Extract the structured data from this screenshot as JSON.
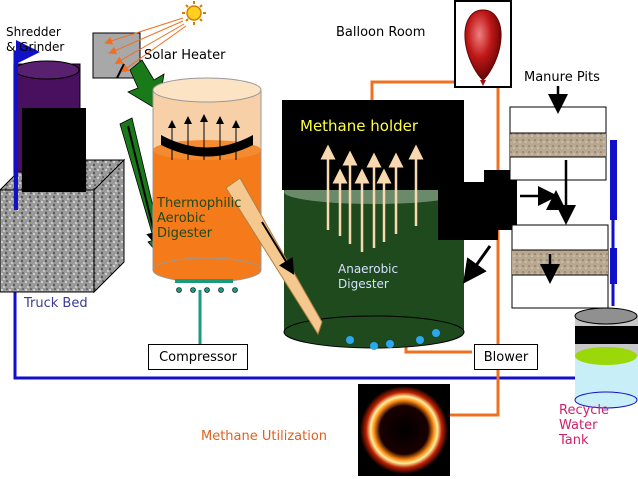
{
  "labels": {
    "shredder": "Shredder\n& Grinder",
    "solar_heater": "Solar Heater",
    "balloon_room": "Balloon Room",
    "manure_pits": "Manure Pits",
    "methane_holder": "Methane holder",
    "thermophilic": "Thermophilic\nAerobic\nDigester",
    "anaerobic": "Anaerobic\nDigester",
    "truck_bed": "Truck Bed",
    "compressor": "Compressor",
    "blower": "Blower",
    "methane_utilization": "Methane Utilization",
    "recycle_tank": "Recycle\nWater\nTank"
  },
  "colors": {
    "pipe_blue": "#1010c8",
    "pipe_orange": "#f07020",
    "arrow_green": "#1a7a1a",
    "digester_orange": "#f47a1a",
    "digester_green": "#1e4a1e",
    "truck_purple": "#4a1060",
    "label_blue": "#3a3a9a",
    "label_orange": "#e06020",
    "label_magenta": "#d0206a",
    "methane_text": "#ffff40"
  },
  "icons": {
    "sun": "sun-icon",
    "balloon": "balloon-icon",
    "flame": "flame-icon"
  }
}
